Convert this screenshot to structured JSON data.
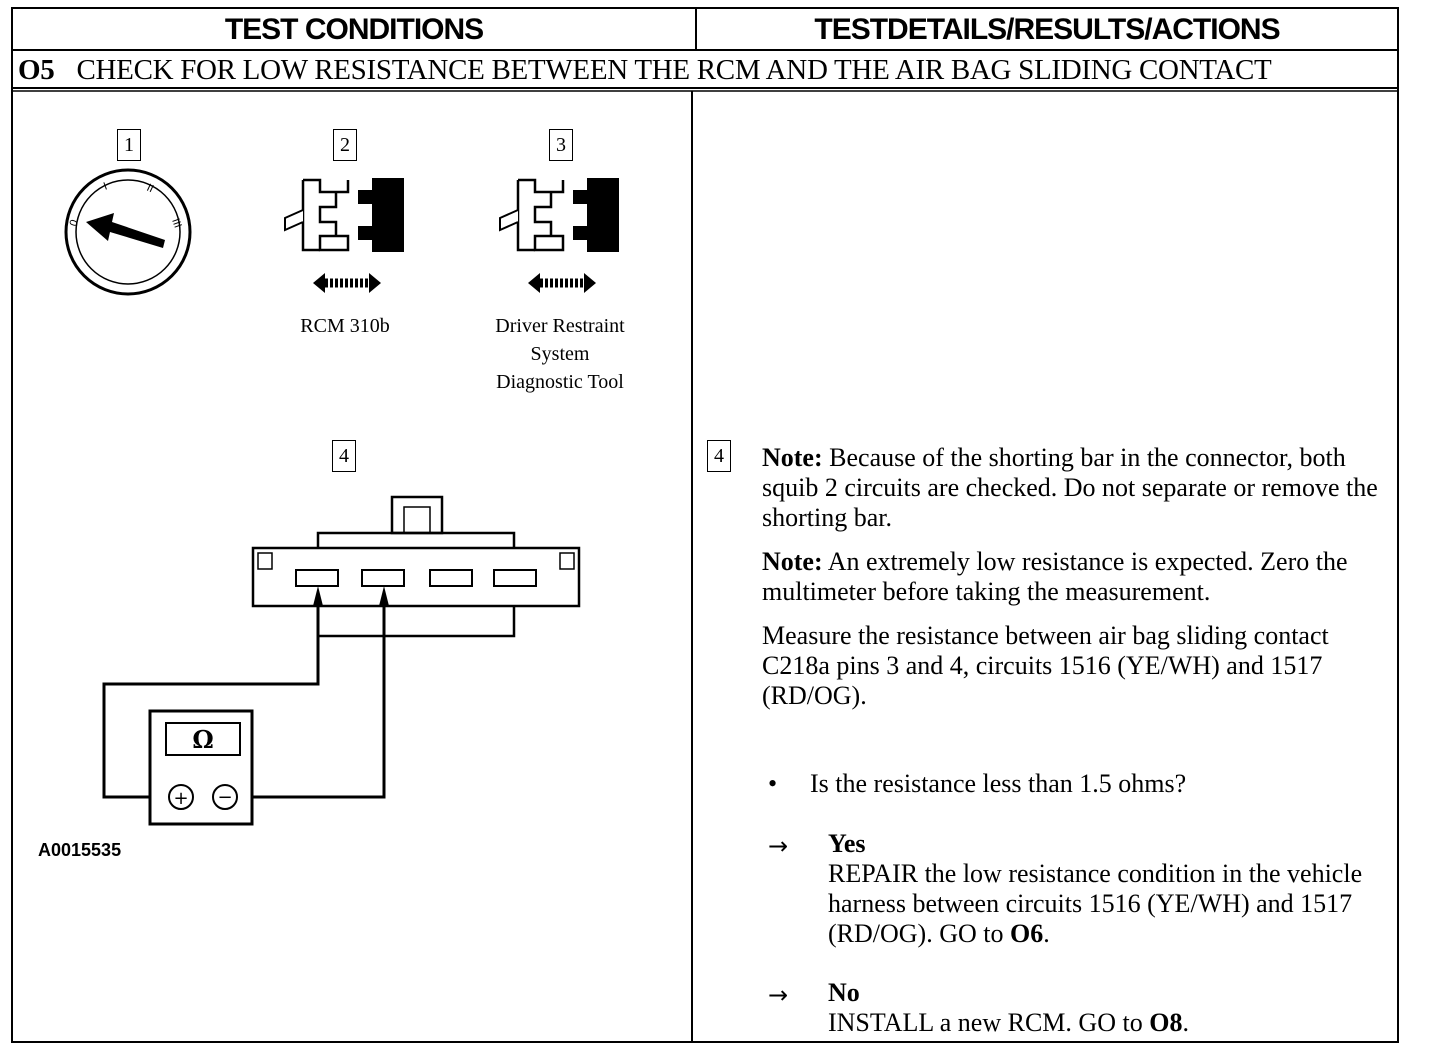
{
  "headers": {
    "left": "TEST CONDITIONS",
    "right": "TESTDETAILS/RESULTS/ACTIONS"
  },
  "step": {
    "id": "O5",
    "title": "CHECK FOR LOW RESISTANCE BETWEEN THE RCM AND THE AIR BAG SLIDING CONTACT"
  },
  "figure": {
    "callouts": [
      "1",
      "2",
      "3",
      "4"
    ],
    "labels": {
      "rcm": "RCM 310b",
      "tool_line1": "Driver Restraint",
      "tool_line2": "System",
      "tool_line3": "Diagnostic Tool"
    },
    "ignition_marks": [
      "0",
      "I",
      "II",
      "III"
    ],
    "meter": {
      "symbol": "Ω",
      "plus": "+",
      "minus": "−"
    },
    "figure_id": "A0015535"
  },
  "details": {
    "step_callout": "4",
    "note1_label": "Note:",
    "note1_text": " Because of the shorting bar in the connector, both squib 2 circuits are checked. Do not separate or remove the shorting bar.",
    "note2_label": "Note:",
    "note2_text": " An extremely low resistance is expected. Zero the multimeter before taking the measurement.",
    "measure": "Measure the resistance between air bag sliding contact C218a pins 3 and 4, circuits 1516 (YE/WH) and 1517 (RD/OG).",
    "bullet": "•",
    "question": "Is the resistance less than 1.5 ohms?",
    "arrow": "→",
    "yes_label": "Yes",
    "yes_text_pre": "REPAIR the low resistance condition in the vehicle harness between circuits 1516 (YE/WH) and 1517 (RD/OG). GO to ",
    "yes_goto": "O6",
    "yes_end": ".",
    "no_label": "No",
    "no_text_pre": "INSTALL a new RCM. GO to ",
    "no_goto": "O8",
    "no_end": "."
  }
}
